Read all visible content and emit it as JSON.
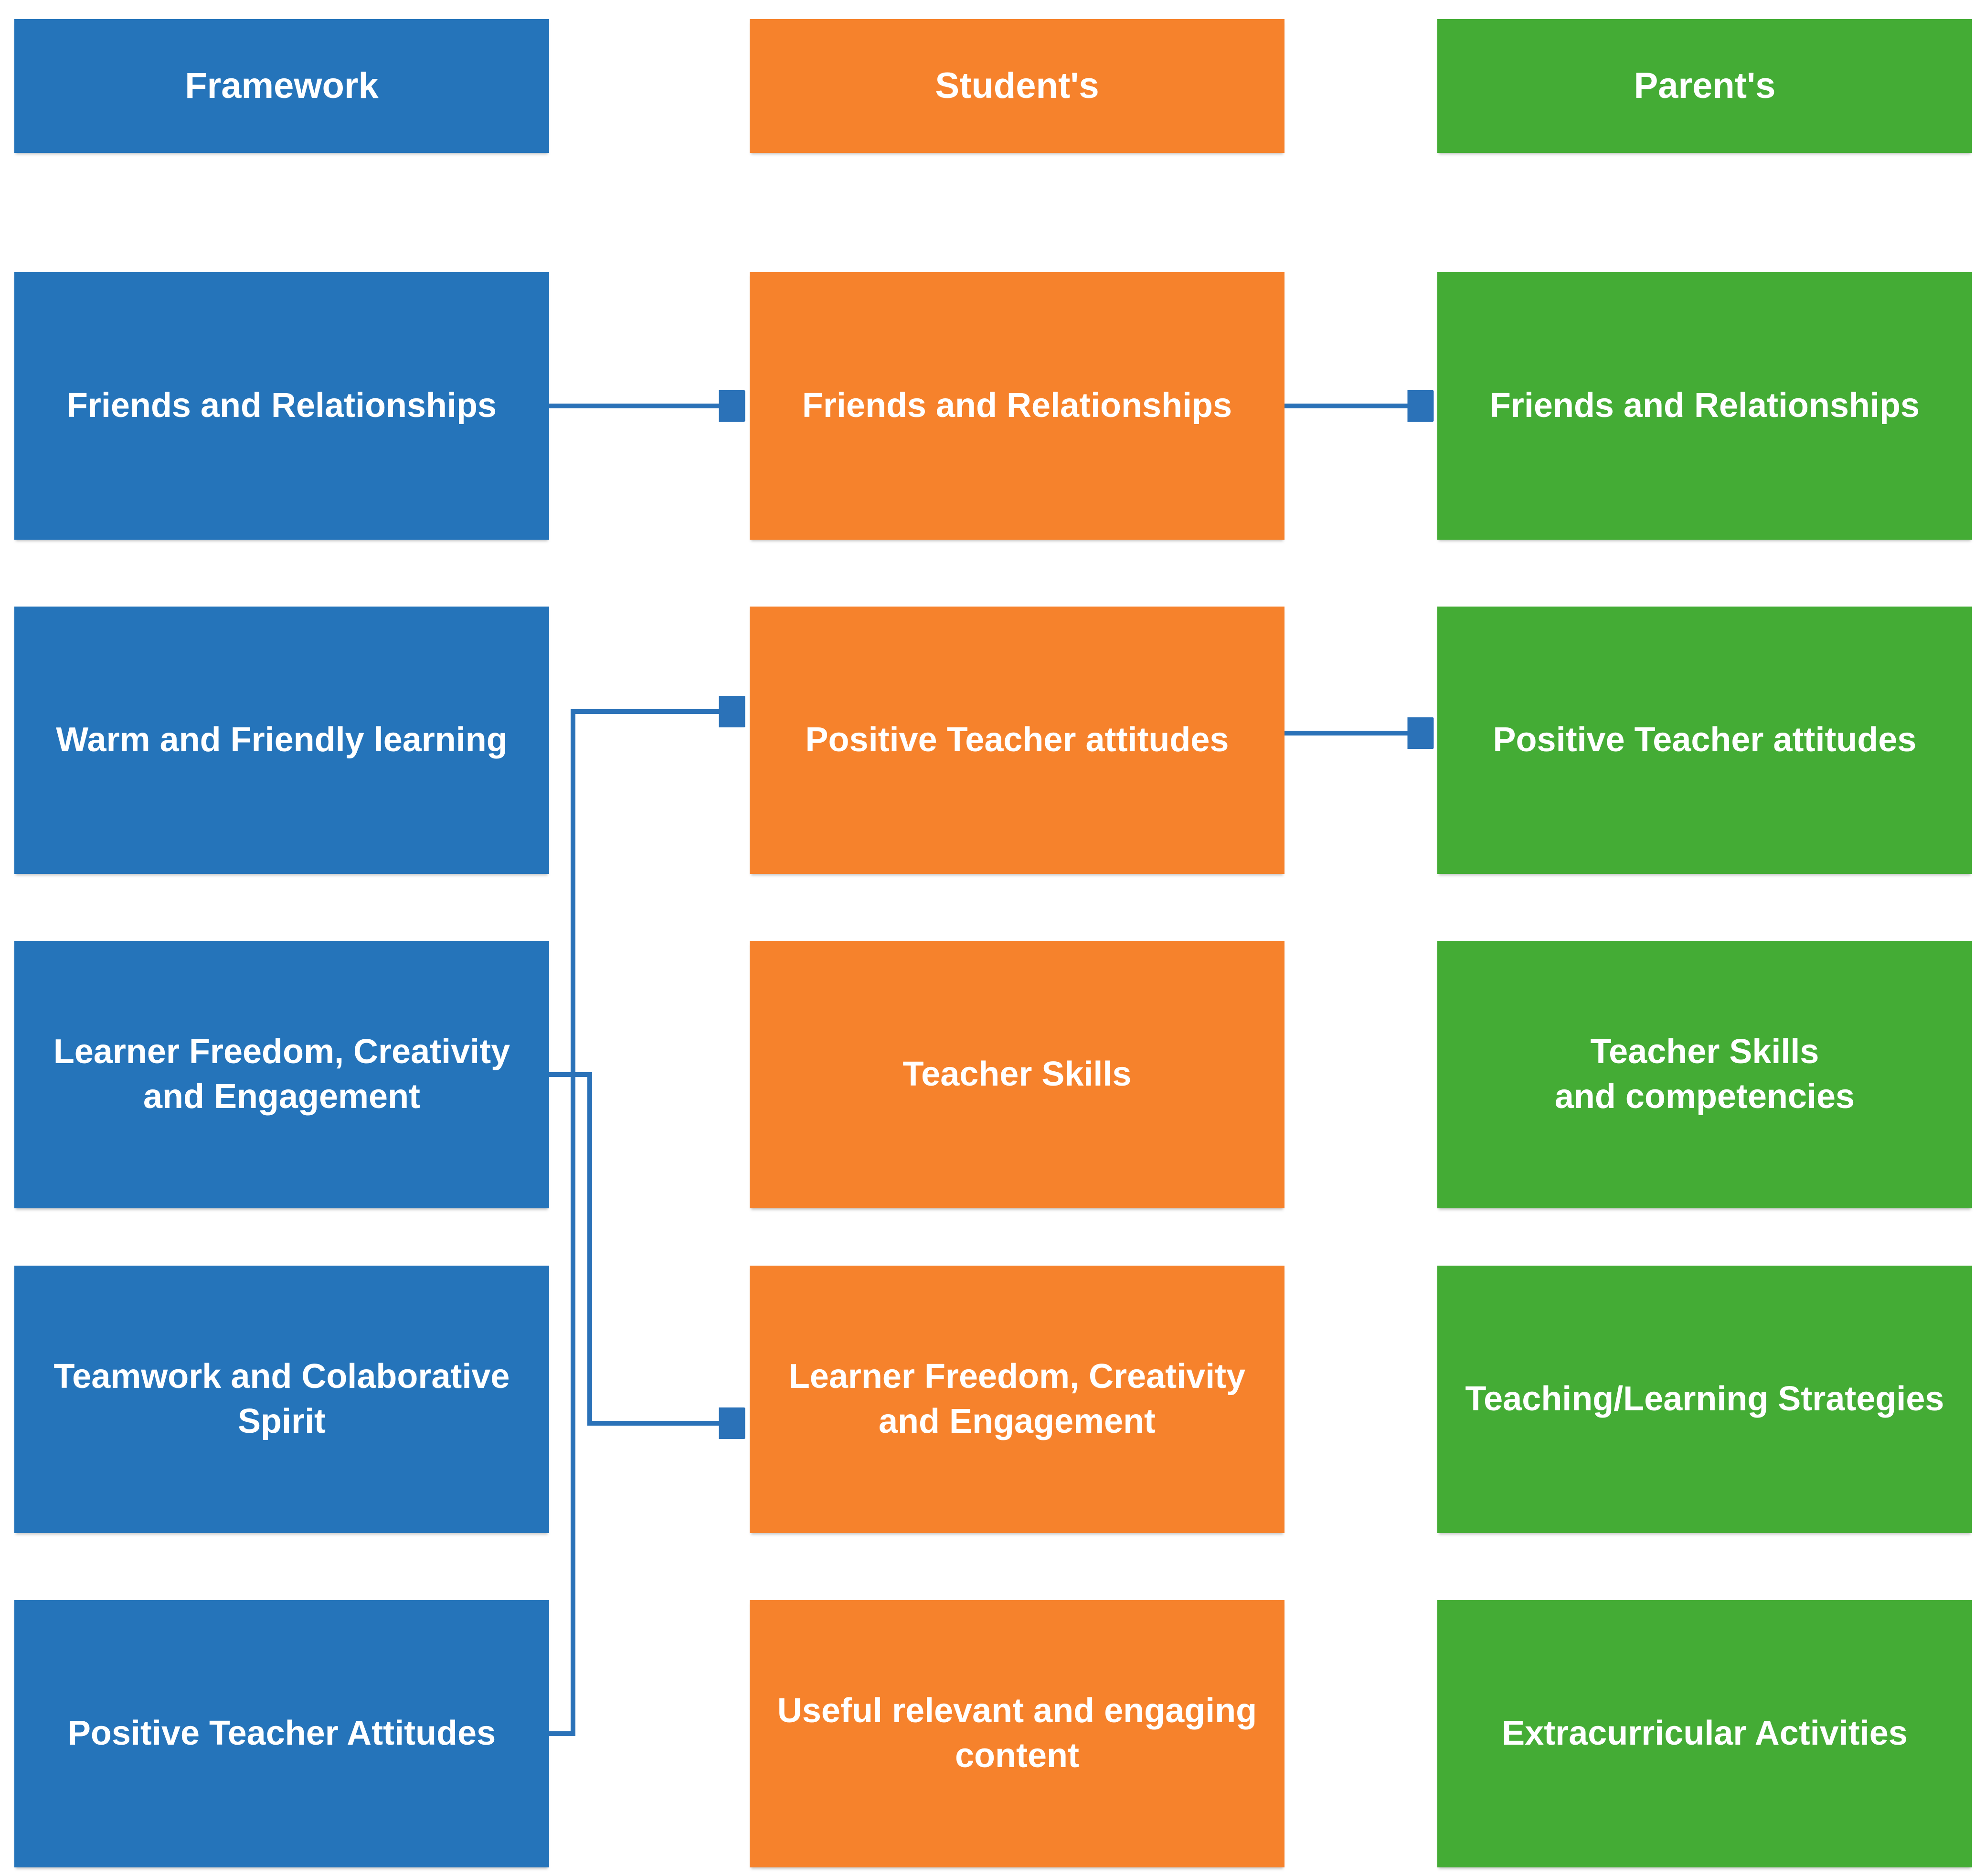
{
  "diagram": {
    "colors": {
      "framework_column": "#2574BA",
      "students_column": "#F6822C",
      "parents_column": "#44AC35",
      "connector": "#2B72B8"
    },
    "columns": [
      {
        "header": "Framework",
        "items": [
          "Friends and Relationships",
          "Warm and Friendly learning",
          "Learner Freedom, Creativity\nand Engagement",
          "Teamwork and Colaborative\nSpirit",
          "Positive Teacher Attitudes"
        ]
      },
      {
        "header": "Student's",
        "items": [
          "Friends and Relationships",
          "Positive Teacher attitudes",
          "Teacher Skills",
          "Learner Freedom, Creativity\nand Engagement",
          "Useful relevant and engaging\ncontent"
        ]
      },
      {
        "header": "Parent's",
        "items": [
          "Friends and Relationships",
          "Positive Teacher attitudes",
          "Teacher Skills\nand competencies",
          "Teaching/Learning Strategies",
          "Extracurricular Activities"
        ]
      }
    ],
    "connections": [
      {
        "from": "Framework: Friends and Relationships",
        "to": "Student's: Friends and Relationships"
      },
      {
        "from": "Student's: Friends and Relationships",
        "to": "Parent's: Friends and Relationships"
      },
      {
        "from": "Framework: Positive Teacher Attitudes",
        "to": "Student's: Positive Teacher attitudes"
      },
      {
        "from": "Student's: Positive Teacher attitudes",
        "to": "Parent's: Positive Teacher attitudes"
      },
      {
        "from": "Framework: Learner Freedom, Creativity and Engagement",
        "to": "Student's: Learner Freedom, Creativity and Engagement"
      }
    ]
  }
}
